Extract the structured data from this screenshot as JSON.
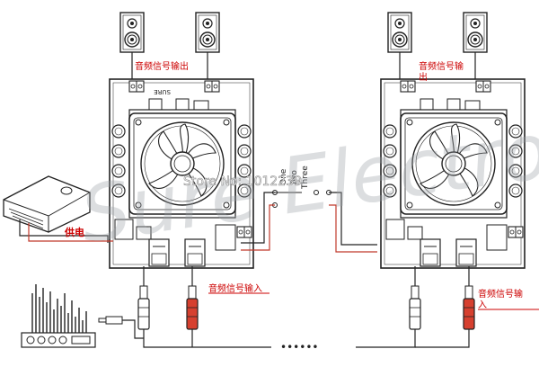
{
  "watermark": {
    "script_text": "Sure Electronics"
  },
  "store_text": "Store No: 1012239",
  "labels": {
    "audio_output_left": "音频信号输出",
    "audio_output_right": "音频信号输",
    "audio_output_right_tail": "出",
    "audio_input_left": "音频信号输入",
    "audio_input_right": "音频信号输",
    "audio_input_right_tail": "入",
    "power_supply": "供电",
    "brand": "SURE",
    "channel_one": "One",
    "channel_two": "Two",
    "channel_three": "Three",
    "dots": "••••••"
  },
  "colors": {
    "line": "#222222",
    "red_wire": "#c0392b",
    "red_label": "#cc0000",
    "watermark": "#9aa0a6"
  }
}
